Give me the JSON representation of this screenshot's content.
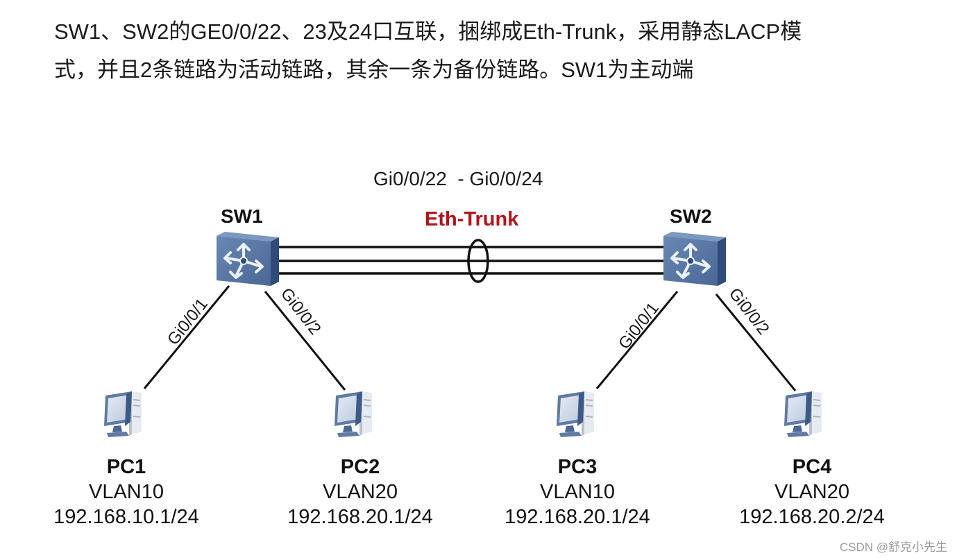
{
  "description": {
    "line1": "SW1、SW2的GE0/0/22、23及24口互联，捆绑成Eth-Trunk，采用静态LACP模",
    "line2": "式，并且2条链路为活动链路，其余一条为备份链路。SW1为主动端"
  },
  "topology": {
    "trunk_ports": "Gi0/0/22  - Gi0/0/24",
    "trunk_label": "Eth-Trunk",
    "trunk_color": "#b3141c",
    "switch_color": "#4f6f9e",
    "switches": [
      {
        "name": "SW1",
        "icon": "switch-icon"
      },
      {
        "name": "SW2",
        "icon": "switch-icon"
      }
    ],
    "links": [
      {
        "switch": "SW1",
        "port": "Gi0/0/1",
        "pc": "PC1"
      },
      {
        "switch": "SW1",
        "port": "Gi0/0/2",
        "pc": "PC2"
      },
      {
        "switch": "SW2",
        "port": "Gi0/0/1",
        "pc": "PC3"
      },
      {
        "switch": "SW2",
        "port": "Gi0/0/2",
        "pc": "PC4"
      }
    ],
    "pcs": [
      {
        "name": "PC1",
        "vlan": "VLAN10",
        "ip": "192.168.10.1/24",
        "icon": "pc-icon"
      },
      {
        "name": "PC2",
        "vlan": "VLAN20",
        "ip": "192.168.20.1/24",
        "icon": "pc-icon"
      },
      {
        "name": "PC3",
        "vlan": "VLAN10",
        "ip": "192.168.20.1/24",
        "icon": "pc-icon"
      },
      {
        "name": "PC4",
        "vlan": "VLAN20",
        "ip": "192.168.20.2/24",
        "icon": "pc-icon"
      }
    ]
  },
  "watermark": "CSDN @舒克小先生"
}
